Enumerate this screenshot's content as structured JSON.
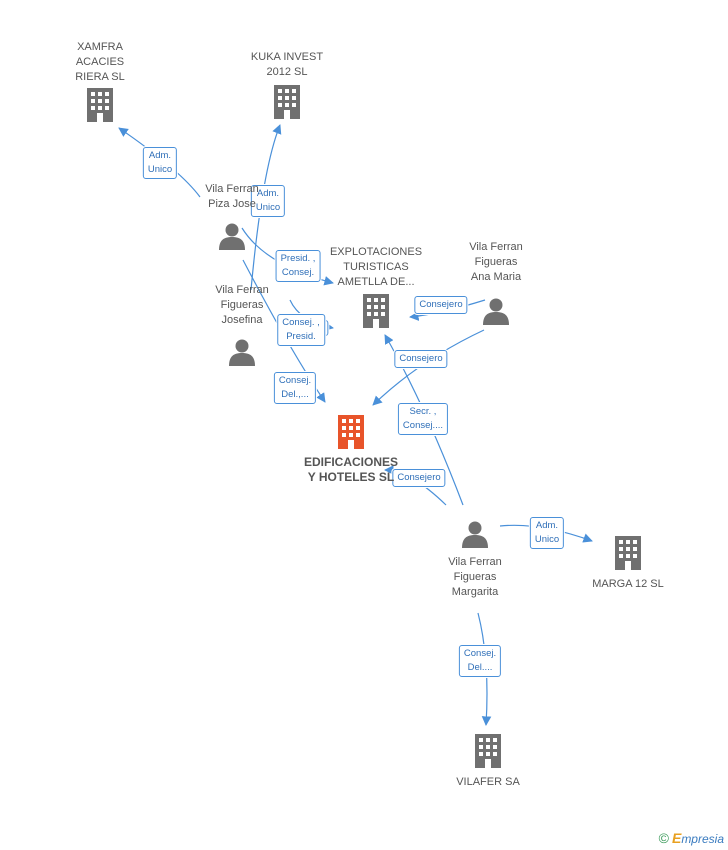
{
  "nodes": [
    {
      "id": "xamfra",
      "type": "company",
      "label": "XAMFRA\nACACIES\nRIERA SL"
    },
    {
      "id": "kuka",
      "type": "company",
      "label": "KUKA INVEST\n2012 SL"
    },
    {
      "id": "vf_piza",
      "type": "person",
      "label": "Vila Ferran\nPiza Jose"
    },
    {
      "id": "explot",
      "type": "company",
      "label": "EXPLOTACIONES\nTURISTICAS\nAMETLLA DE..."
    },
    {
      "id": "vf_ana",
      "type": "person",
      "label": "Vila Ferran\nFigueras\nAna Maria"
    },
    {
      "id": "vf_josefina",
      "type": "person",
      "label": "Vila Ferran\nFigueras\nJosefina"
    },
    {
      "id": "edif",
      "type": "focus",
      "label": "EDIFICACIONES\nY HOTELES SL"
    },
    {
      "id": "vf_margarita",
      "type": "person",
      "label": "Vila Ferran\nFigueras\nMargarita"
    },
    {
      "id": "marga",
      "type": "company",
      "label": "MARGA 12 SL"
    },
    {
      "id": "vilafer",
      "type": "company",
      "label": "VILAFER SA"
    }
  ],
  "edges": [
    {
      "from": "vf_piza",
      "to": "xamfra",
      "label": "Adm.\nUnico"
    },
    {
      "from": "vf_josefina",
      "to": "kuka",
      "label": "Adm.\nUnico"
    },
    {
      "from": "vf_piza",
      "to": "explot",
      "label": "Presid. ,\nConsej."
    },
    {
      "from": "vf_ana",
      "to": "explot",
      "label": "Consejero"
    },
    {
      "from": "vf_josefina",
      "to": "explot",
      "label": "Consej. ,\nPresid."
    },
    {
      "from": "vf_piza",
      "to": "edif",
      "label": "Consej.\nDel.,..."
    },
    {
      "from": "vf_ana",
      "to": "edif",
      "label": "Consejero"
    },
    {
      "from": "vf_margarita",
      "to": "explot",
      "label": "Secr. ,\nConsej...."
    },
    {
      "from": "vf_margarita",
      "to": "edif",
      "label": "Consejero"
    },
    {
      "from": "vf_margarita",
      "to": "marga",
      "label": "Adm.\nUnico"
    },
    {
      "from": "vf_margarita",
      "to": "vilafer",
      "label": "Consej.\nDel...."
    }
  ],
  "hidden_label_fragment": "o",
  "footer": {
    "copyright": "©",
    "brand_initial": "E",
    "brand_rest": "mpresia"
  },
  "colors": {
    "company": "#707070",
    "focus": "#e8542a",
    "person": "#707070",
    "edge": "#4a90d9",
    "edge_text": "#2f6fb8"
  }
}
